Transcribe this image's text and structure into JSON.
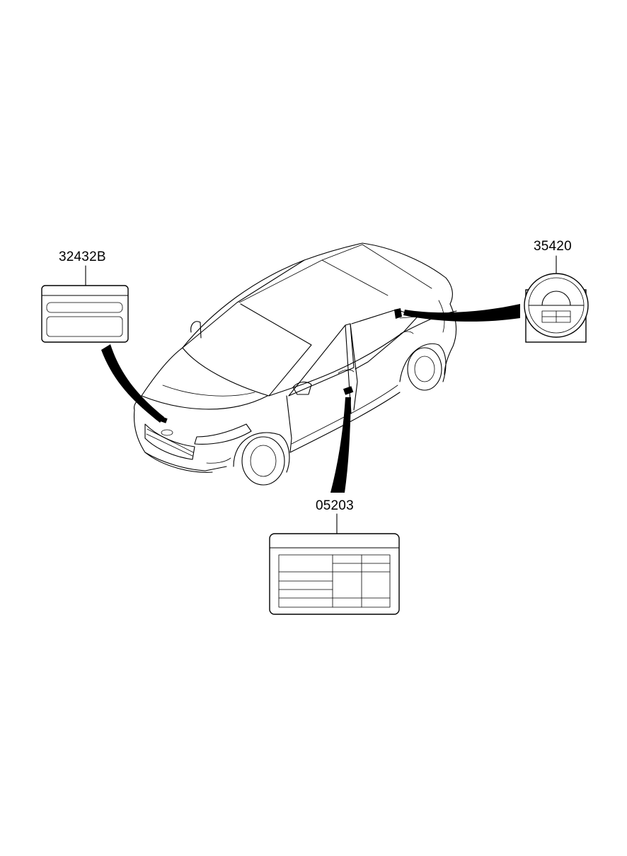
{
  "parts": [
    {
      "id": "label-32432b",
      "number": "32432B"
    },
    {
      "id": "label-35420",
      "number": "35420"
    },
    {
      "id": "label-05203",
      "number": "05203"
    }
  ]
}
